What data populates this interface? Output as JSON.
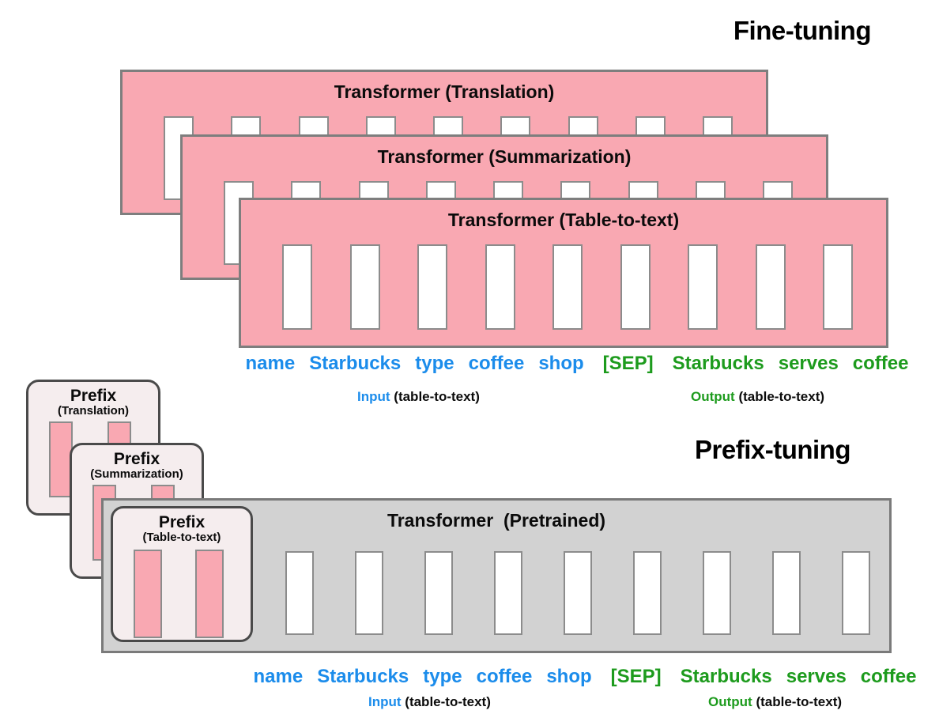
{
  "sections": {
    "fine_tuning": {
      "title": "Fine-tuning",
      "transformers": [
        {
          "label": "Transformer (Translation)"
        },
        {
          "label": "Transformer (Summarization)"
        },
        {
          "label": "Transformer (Table-to-text)"
        }
      ],
      "slot_count": 9
    },
    "prefix_tuning": {
      "title": "Prefix-tuning",
      "transformer_label": "Transformer  (Pretrained)",
      "slot_count": 9,
      "prefixes": [
        {
          "name": "Prefix",
          "task": "(Translation)",
          "bar_count": 2
        },
        {
          "name": "Prefix",
          "task": "(Summarization)",
          "bar_count": 2
        },
        {
          "name": "Prefix",
          "task": "(Table-to-text)",
          "bar_count": 2
        }
      ]
    }
  },
  "tokens": {
    "input": [
      "name",
      "Starbucks",
      "type",
      "coffee",
      "shop"
    ],
    "separator": "[SEP]",
    "output": [
      "Starbucks",
      "serves",
      "coffee"
    ]
  },
  "captions": {
    "input_word": "Input",
    "input_rest": "(table-to-text)",
    "output_word": "Output",
    "output_rest": "(table-to-text)"
  },
  "colors": {
    "input_blue": "#1b8ceb",
    "output_green": "#1d9b1d",
    "transformer_pink": "#f9a8b2",
    "pretrained_gray": "#d2d2d2",
    "prefix_card_bg": "#f5edee",
    "prefix_bar_pink": "#f9a8b2"
  }
}
